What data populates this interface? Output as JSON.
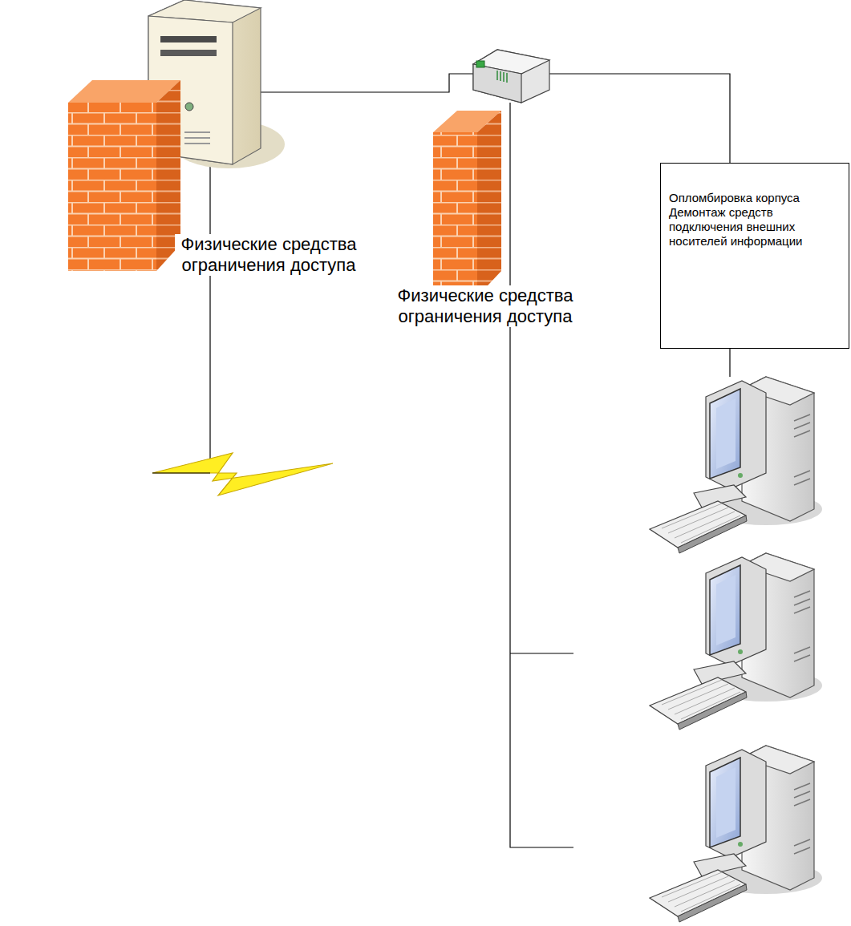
{
  "diagram": {
    "nodes": [
      {
        "text": [
          "Опломбировка корпуса",
          "Демонтаж средств подключения внешних носителей информации"
        ]
      }
    ],
    "labels": [
      "Физические средства ограничения доступа",
      "Физические средства ограничения доступа"
    ]
  }
}
